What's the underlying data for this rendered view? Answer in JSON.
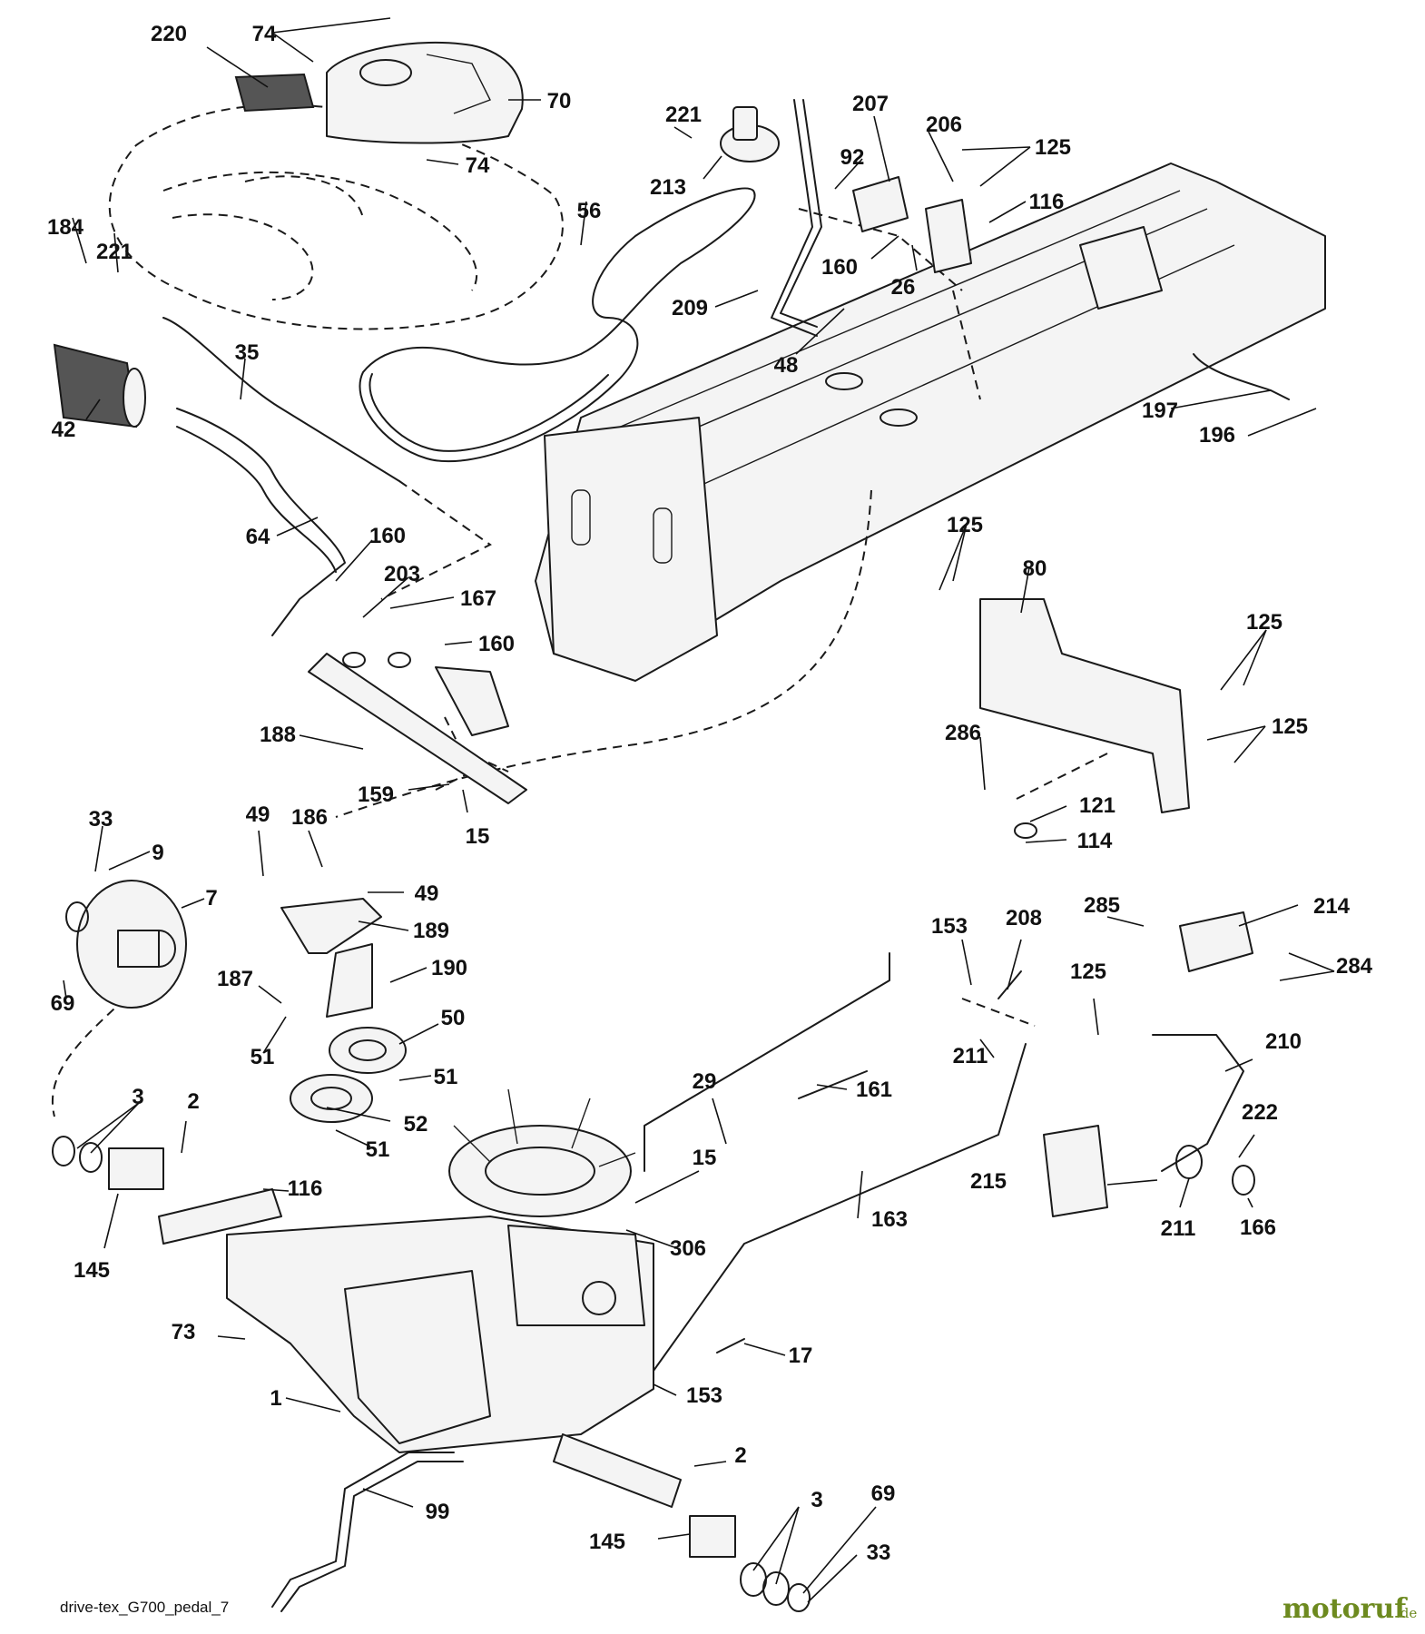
{
  "diagram": {
    "caption": "drive-tex_G700_pedal_7",
    "watermark": {
      "brand": "motoruf",
      "suffix": ".de",
      "color": "#6d8a1f"
    },
    "callouts": [
      "220",
      "74",
      "70",
      "74",
      "221",
      "213",
      "207",
      "206",
      "125",
      "92",
      "116",
      "160",
      "26",
      "184",
      "221",
      "56",
      "209",
      "48",
      "35",
      "42",
      "197",
      "196",
      "64",
      "160",
      "203",
      "167",
      "160",
      "125",
      "80",
      "125",
      "125",
      "286",
      "188",
      "159",
      "15",
      "121",
      "114",
      "49",
      "186",
      "33",
      "9",
      "7",
      "49",
      "189",
      "187",
      "190",
      "69",
      "50",
      "51",
      "51",
      "153",
      "208",
      "285",
      "214",
      "284",
      "125",
      "29",
      "161",
      "211",
      "210",
      "3",
      "2",
      "52",
      "51",
      "116",
      "15",
      "222",
      "215",
      "145",
      "306",
      "163",
      "211",
      "166",
      "73",
      "17",
      "1",
      "153",
      "2",
      "99",
      "3",
      "69",
      "145",
      "33"
    ]
  }
}
